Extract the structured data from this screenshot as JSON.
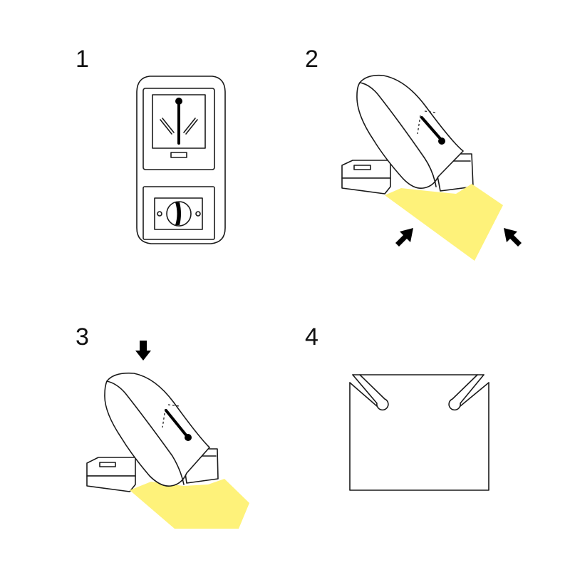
{
  "steps": [
    {
      "number": "1"
    },
    {
      "number": "2"
    },
    {
      "number": "3"
    },
    {
      "number": "4"
    }
  ],
  "colors": {
    "paper": "#FEF27A",
    "line": "#1a1a1a",
    "background": "#ffffff"
  }
}
